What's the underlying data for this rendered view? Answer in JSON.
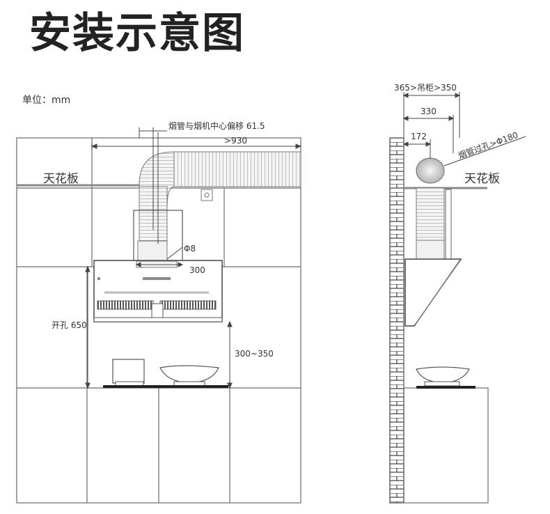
{
  "title": "安装示意图",
  "units": "单位：mm",
  "front_view": {
    "ceiling": "天花板",
    "offset": "烟管与烟机中心偏移 61.5",
    "gt930": ">930",
    "phi8": "Φ8",
    "w300": "300",
    "hole650": "开孔 650",
    "h300_350": "300~350"
  },
  "side_view": {
    "cabinet": "365>吊柜>350",
    "d330": "330",
    "d172": "172",
    "ceiling": "天花板",
    "duct_hole": "烟管过孔>Φ180"
  }
}
